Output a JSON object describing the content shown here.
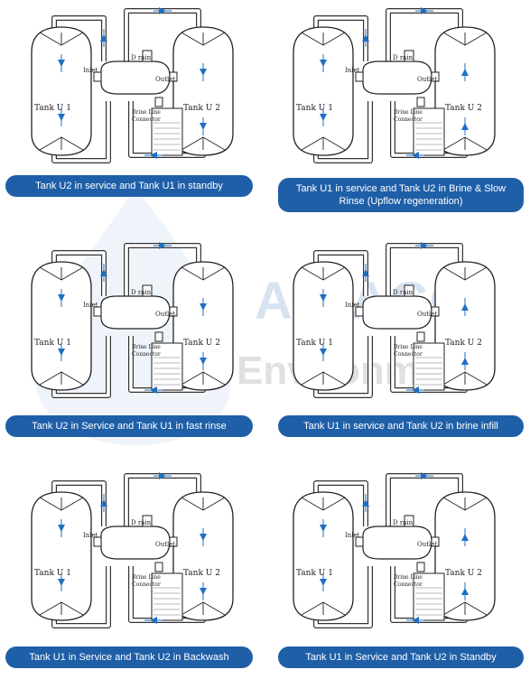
{
  "watermark": {
    "line1": "AIRACO",
    "line2": "Environment"
  },
  "labels": {
    "tank_u1": "Tank U 1",
    "tank_u2": "Tank U 2",
    "inlet": "Inlet",
    "outlet": "Outlet",
    "drain": "D rain",
    "brine_line": "Brine Line",
    "connector": "Connector"
  },
  "panels": [
    {
      "caption": "Tank U2 in service and Tank U1 in standby"
    },
    {
      "caption": "Tank U1 in service and Tank U2 in Brine & Slow Rinse (Upflow regeneration)"
    },
    {
      "caption": "Tank U2 in Service and Tank U1 in fast rinse"
    },
    {
      "caption": "Tank U1 in service and Tank U2 in brine infill"
    },
    {
      "caption": "Tank U1 in Service and Tank U2 in Backwash"
    },
    {
      "caption": "Tank U1 in Service and Tank U2 in Standby"
    }
  ],
  "colors": {
    "caption_bg": "#1f5fa8",
    "flow_arrow": "#1f6fc2",
    "watermark": "#b9cde6"
  }
}
